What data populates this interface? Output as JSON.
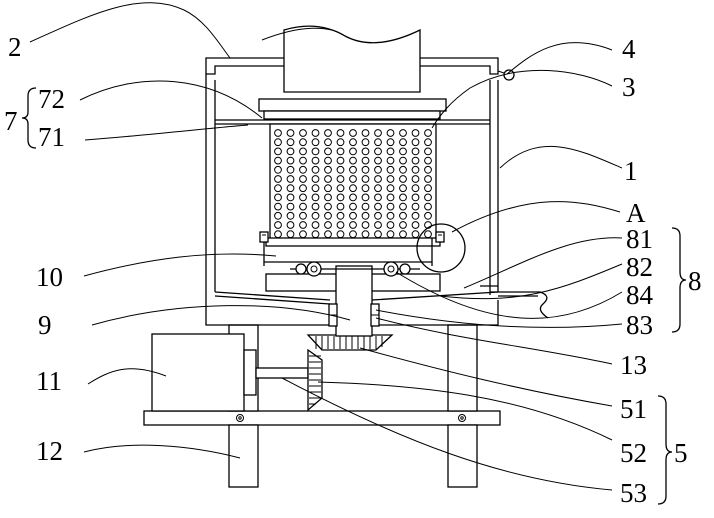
{
  "labels": {
    "l1": "1",
    "l2": "2",
    "l3": "3",
    "l4": "4",
    "lA": "A",
    "l5": "5",
    "l51": "51",
    "l52": "52",
    "l53": "53",
    "l7": "7",
    "l71": "71",
    "l72": "72",
    "l8": "8",
    "l81": "81",
    "l82": "82",
    "l83": "83",
    "l84": "84",
    "l9": "9",
    "l10": "10",
    "l11": "11",
    "l12": "12",
    "l13": "13"
  },
  "colors": {
    "line": "#000000",
    "background": "#ffffff"
  }
}
